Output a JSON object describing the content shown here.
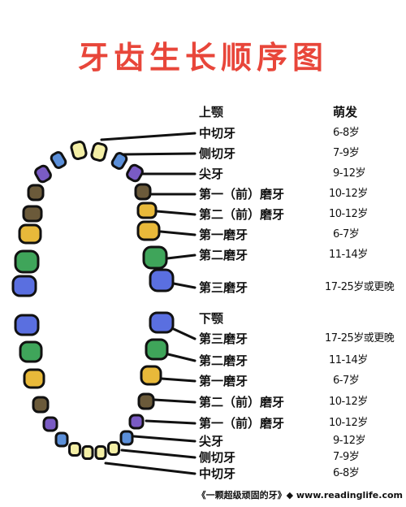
{
  "title": "牙齿生长顺序图",
  "colors": {
    "title": "#e8463a",
    "incisor": "#f4efa6",
    "lateral": "#5b8fd9",
    "canine": "#7a5bc4",
    "first_premolar": "#6b5a3a",
    "second_premolar": "#e8b93a",
    "first_molar": "#3fa55a",
    "second_molar": "#2f9a4a",
    "third_molar": "#5a6fe0",
    "outline": "#111111"
  },
  "upper": {
    "header": "上颚",
    "age_header": "萌发",
    "rows": [
      {
        "name": "中切牙",
        "age": "6-8岁"
      },
      {
        "name": "侧切牙",
        "age": "7-9岁"
      },
      {
        "name": "尖牙",
        "age": "9-12岁"
      },
      {
        "name": "第一（前）磨牙",
        "age": "10-12岁"
      },
      {
        "name": "第二（前）磨牙",
        "age": "10-12岁"
      },
      {
        "name": "第一磨牙",
        "age": "6-7岁"
      },
      {
        "name": "第二磨牙",
        "age": "11-14岁"
      },
      {
        "name": "第三磨牙",
        "age": "17-25岁或更晚"
      }
    ]
  },
  "lower": {
    "header": "下颚",
    "rows": [
      {
        "name": "第三磨牙",
        "age": "17-25岁或更晚"
      },
      {
        "name": "第二磨牙",
        "age": "11-14岁"
      },
      {
        "name": "第一磨牙",
        "age": "6-7岁"
      },
      {
        "name": "第二（前）磨牙",
        "age": "10-12岁"
      },
      {
        "name": "第一（前）磨牙",
        "age": "10-12岁"
      },
      {
        "name": "尖牙",
        "age": "9-12岁"
      },
      {
        "name": "侧切牙",
        "age": "7-9岁"
      },
      {
        "name": "中切牙",
        "age": "6-8岁"
      }
    ]
  },
  "footer": "《一颗超级顽固的牙》◆ www.readinglife.com"
}
